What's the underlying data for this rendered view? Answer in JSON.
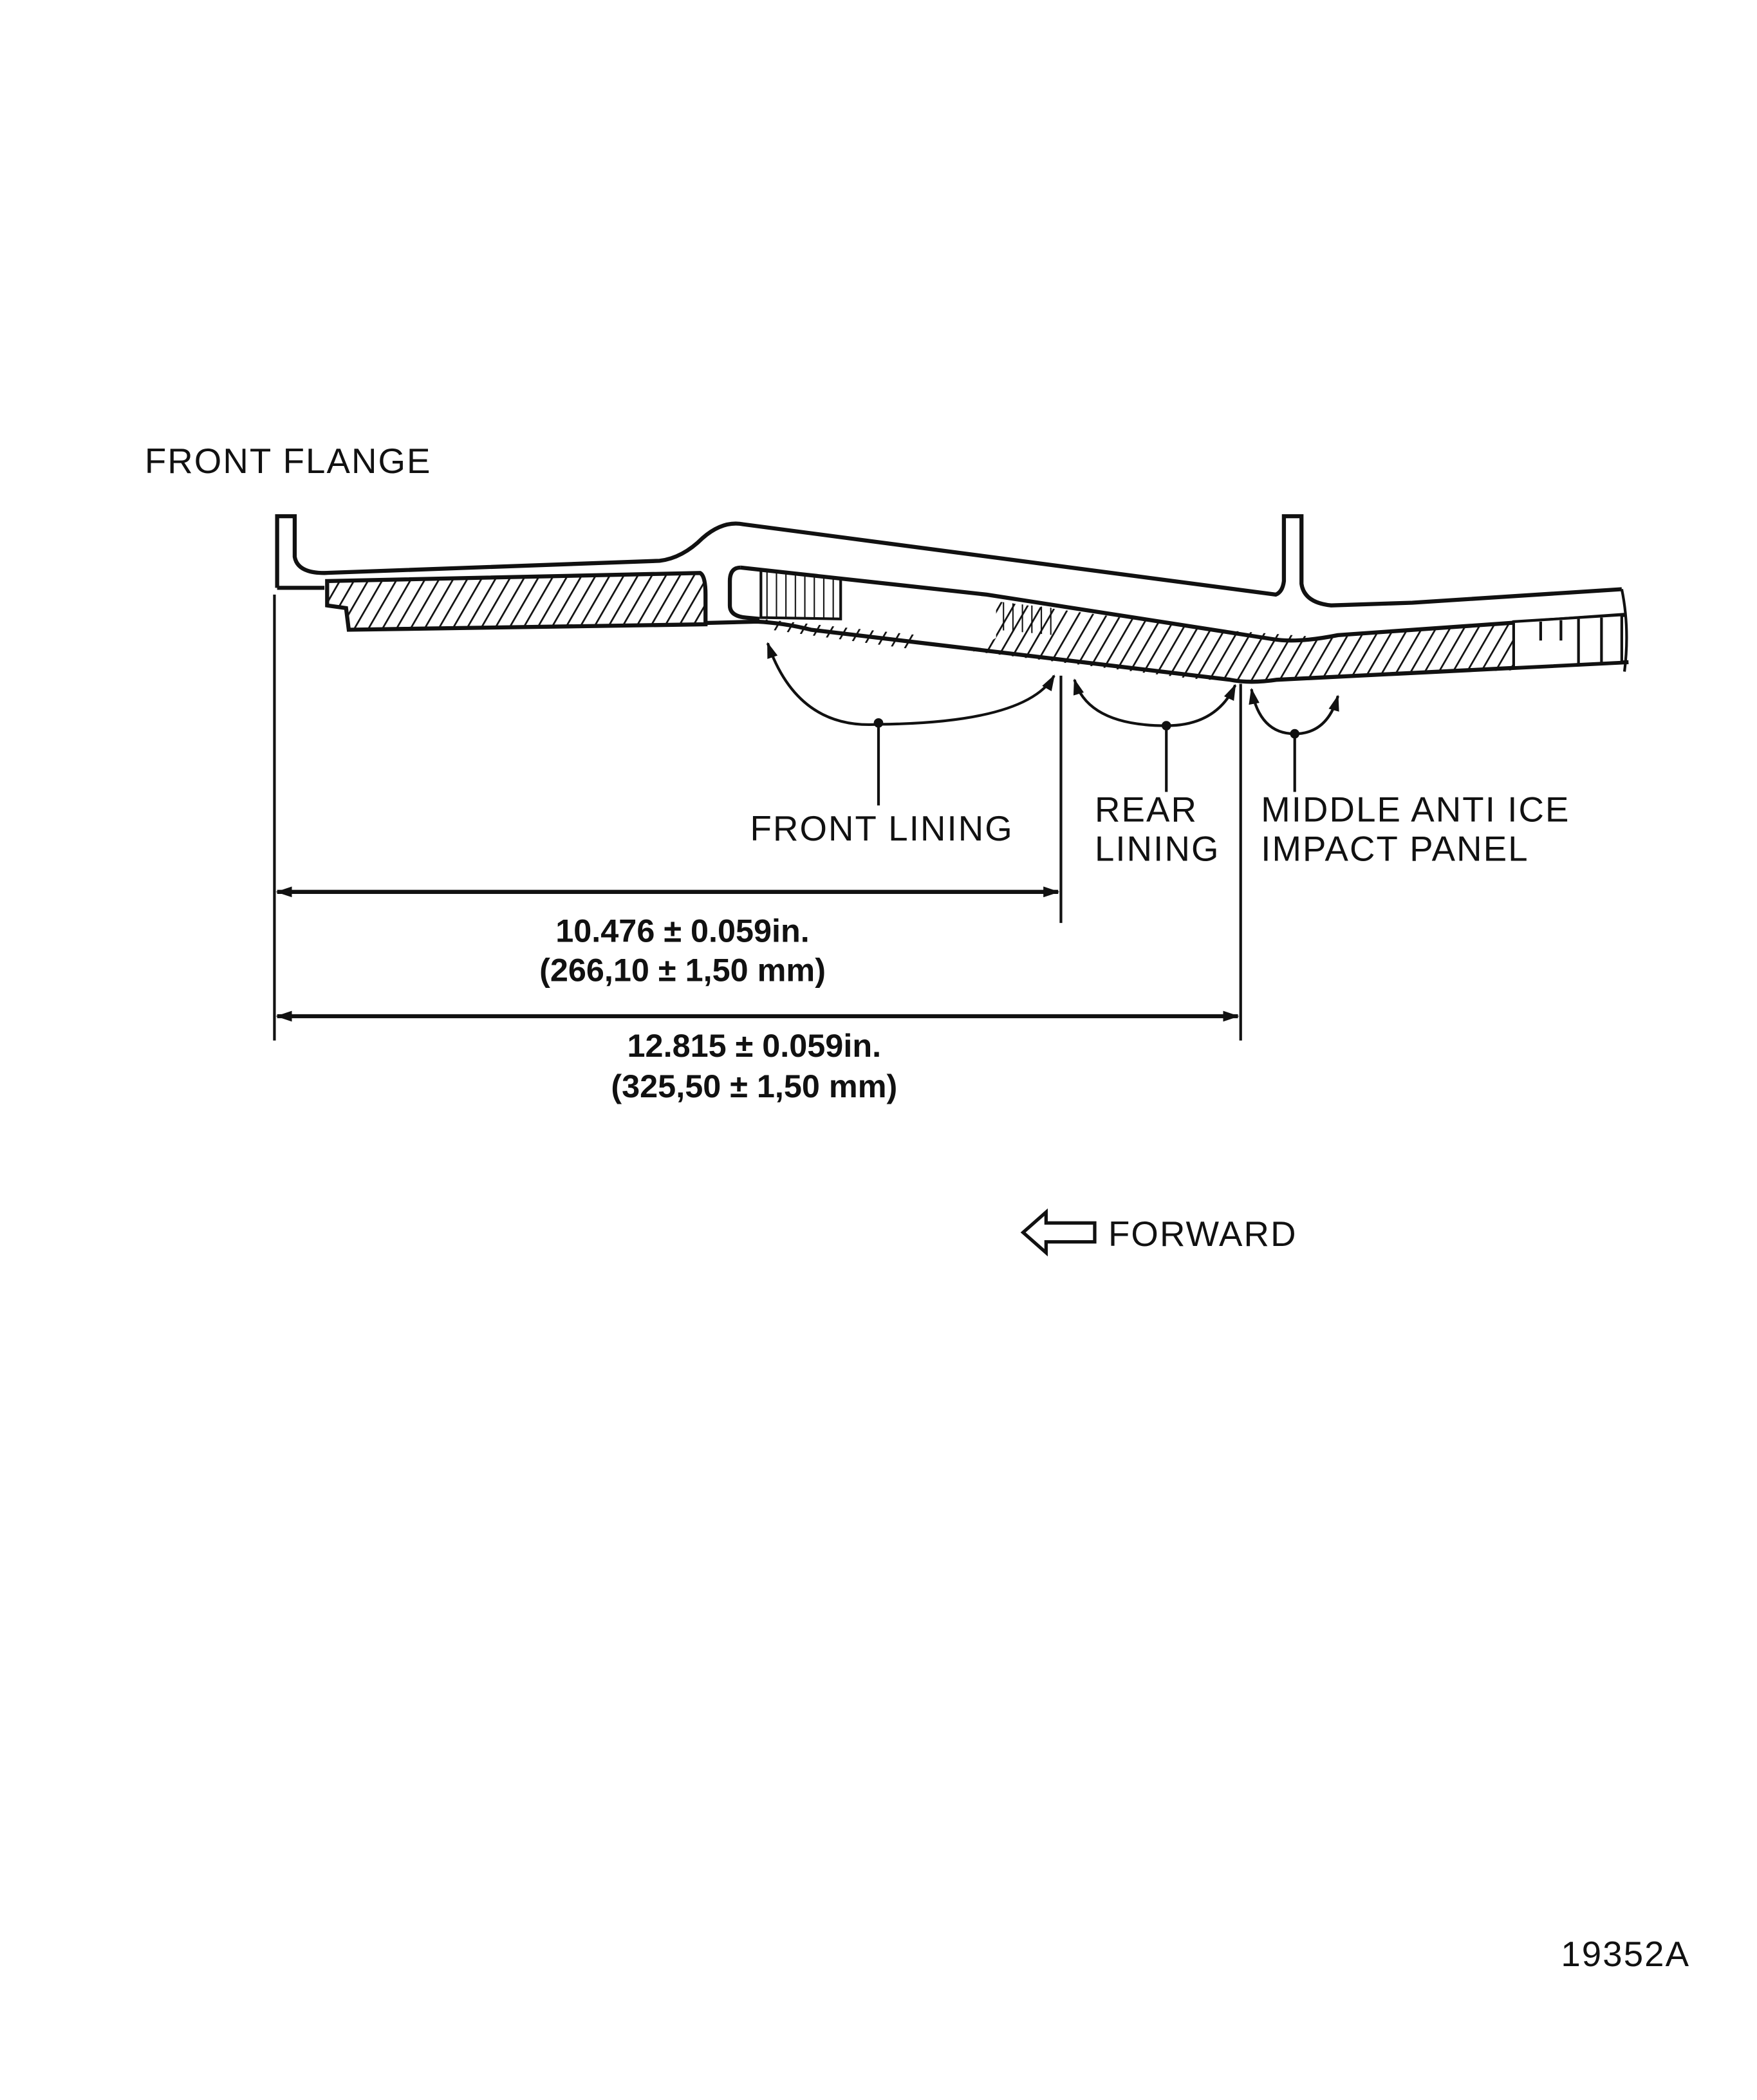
{
  "title": "FRONT FLANGE",
  "labels": {
    "front_lining": "FRONT LINING",
    "rear_lining_1": "REAR",
    "rear_lining_2": "LINING",
    "middle_panel_1": "MIDDLE ANTI ICE",
    "middle_panel_2": "IMPACT PANEL"
  },
  "dimensions": {
    "dim1_in": "10.476 ± 0.059in.",
    "dim1_mm": "(266,10 ± 1,50 mm)",
    "dim2_in": "12.815 ± 0.059in.",
    "dim2_mm": "(325,50 ± 1,50 mm)"
  },
  "direction": {
    "label": "FORWARD",
    "icon": "hollow-left-arrow-icon"
  },
  "figure_number": "19352A",
  "colors": {
    "ink": "#111111",
    "paper": "#ffffff"
  }
}
